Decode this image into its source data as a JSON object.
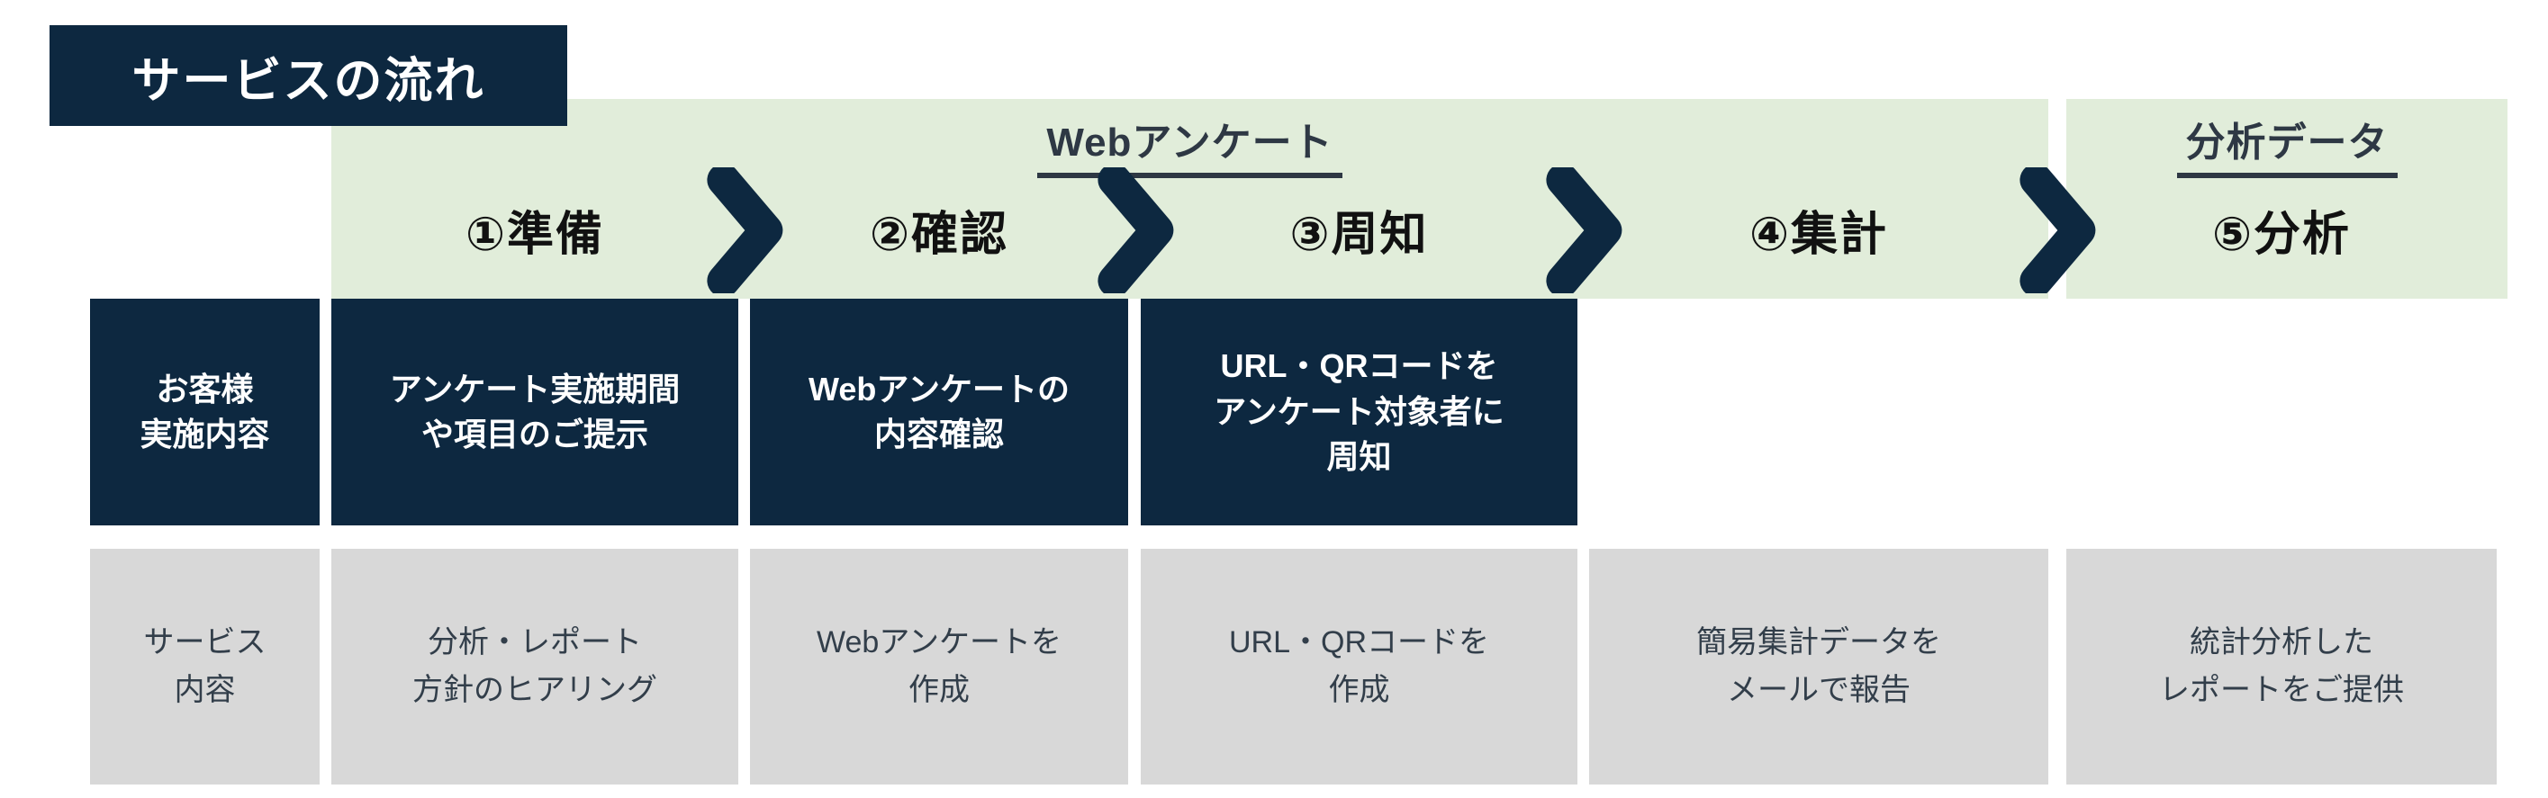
{
  "title_banner": "サービスの流れ",
  "phase_groups": {
    "web_survey": "Webアンケート",
    "analysis_data": "分析データ"
  },
  "steps": {
    "s1": "①準備",
    "s2": "②確認",
    "s3": "③周知",
    "s4": "④集計",
    "s5": "⑤分析"
  },
  "customer_row": {
    "header": "お客様\n実施内容",
    "cell1": "アンケート実施期間\nや項目のご提示",
    "cell2": "Webアンケートの\n内容確認",
    "cell3": "URL・QRコードを\nアンケート対象者に\n周知"
  },
  "service_row": {
    "header": "サービス\n内容",
    "cell1": "分析・レポート\n方針のヒアリング",
    "cell2": "Webアンケートを\n作成",
    "cell3": "URL・QRコードを\n作成",
    "cell4": "簡易集計データを\nメールで報告",
    "cell5": "統計分析した\nレポートをご提供"
  },
  "colors": {
    "navy": "#0d2840",
    "green": "#e1edda",
    "gray": "#d8d8d8",
    "gray_text": "#323e4a",
    "header_text": "#2e3844",
    "white": "#ffffff"
  }
}
